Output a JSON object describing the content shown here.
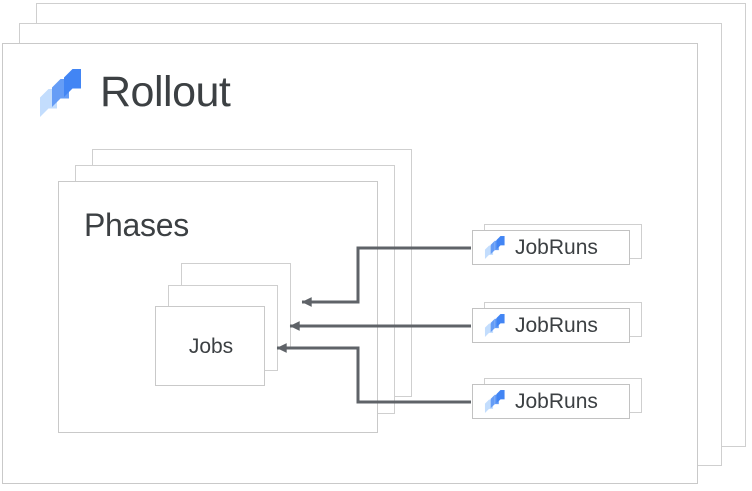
{
  "diagram": {
    "title": "Rollout",
    "background": "#ffffff",
    "line_color": "#5f6368",
    "card_border": "#c9c9c9",
    "text_color": "#3c4043",
    "logo_colors": {
      "dark_blue": "#4285f4",
      "mid_blue": "#669df6",
      "light_blue": "#c3ddfd"
    }
  },
  "rollout": {
    "label": "Rollout",
    "icon": "cloud-deploy-icon",
    "stack_count": 3
  },
  "phases": {
    "label": "Phases",
    "stack_count": 3
  },
  "jobs": {
    "label": "Jobs",
    "stack_count": 3
  },
  "jobruns": [
    {
      "label": "JobRuns",
      "icon": "cloud-deploy-icon",
      "stack_count": 2
    },
    {
      "label": "JobRuns",
      "icon": "cloud-deploy-icon",
      "stack_count": 2
    },
    {
      "label": "JobRuns",
      "icon": "cloud-deploy-icon",
      "stack_count": 2
    }
  ],
  "connections": [
    {
      "from": "jobruns.0",
      "to": "jobs",
      "style": "elbow-arrow"
    },
    {
      "from": "jobruns.1",
      "to": "jobs",
      "style": "straight-arrow"
    },
    {
      "from": "jobruns.2",
      "to": "jobs",
      "style": "elbow-arrow"
    }
  ]
}
